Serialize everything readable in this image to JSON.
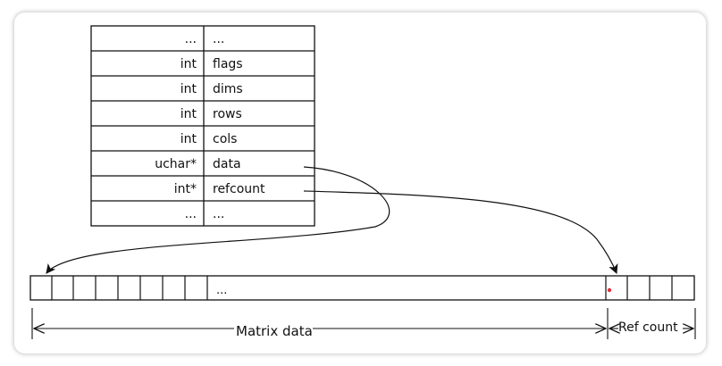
{
  "struct_rows": [
    {
      "type": "...",
      "field": "..."
    },
    {
      "type": "int",
      "field": "flags"
    },
    {
      "type": "int",
      "field": "dims"
    },
    {
      "type": "int",
      "field": "rows"
    },
    {
      "type": "int",
      "field": "cols"
    },
    {
      "type": "uchar*",
      "field": "data"
    },
    {
      "type": "int*",
      "field": "refcount"
    },
    {
      "type": "...",
      "field": "..."
    }
  ],
  "buffer": {
    "ellipsis": "...",
    "matrix_data_label": "Matrix data",
    "ref_count_label": "Ref count"
  },
  "colors": {
    "line": "#111111",
    "marker": "#e0303a"
  }
}
